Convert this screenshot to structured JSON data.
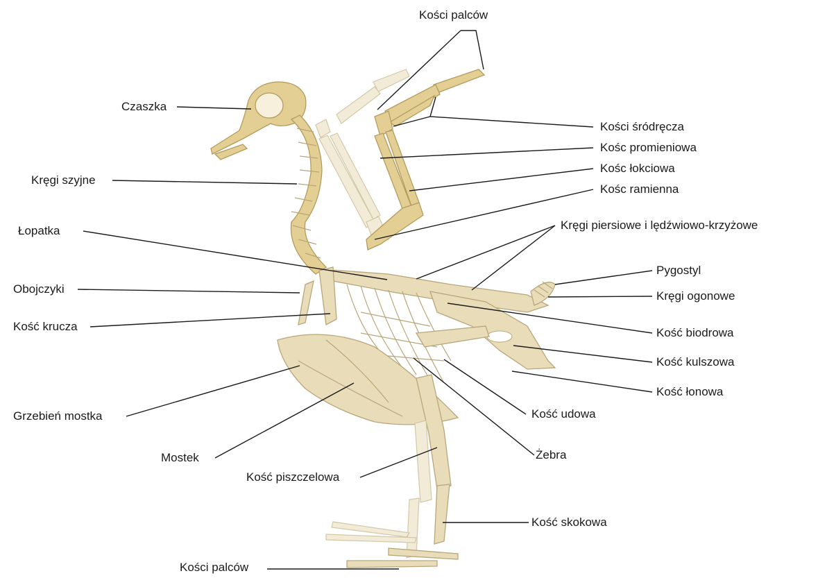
{
  "labels": {
    "kosci_palcow_top": "Kości palców",
    "czaszka": "Czaszka",
    "kosci_srodrecza": "Kości śródręcza",
    "kosc_promieniowa": "Kośc promieniowa",
    "kregi_szyjne": "Kręgi szyjne",
    "kosc_lokciowa": "Kośc łokciowa",
    "kosc_ramienna": "Kośc ramienna",
    "lopatka": "Łopatka",
    "kregi_piersiowe": "Kręgi piersiowe i lędźwiowo-krzyżowe",
    "pygostyl": "Pygostyl",
    "obojczyki": "Obojczyki",
    "kregi_ogonowe": "Kręgi ogonowe",
    "kosc_krucza": "Kość krucza",
    "kosc_biodrowa": "Kość biodrowa",
    "kosc_kulszowa": "Kość kulszowa",
    "kosc_lonowa": "Kość łonowa",
    "grzebien_mostka": "Grzebień mostka",
    "kosc_udowa": "Kość udowa",
    "mostek": "Mostek",
    "zebra": "Żebra",
    "kosc_piszczelowa": "Kość piszczelowa",
    "kosc_skokowa": "Kość skokowa",
    "kosci_palcow_bottom": "Kości palców"
  }
}
